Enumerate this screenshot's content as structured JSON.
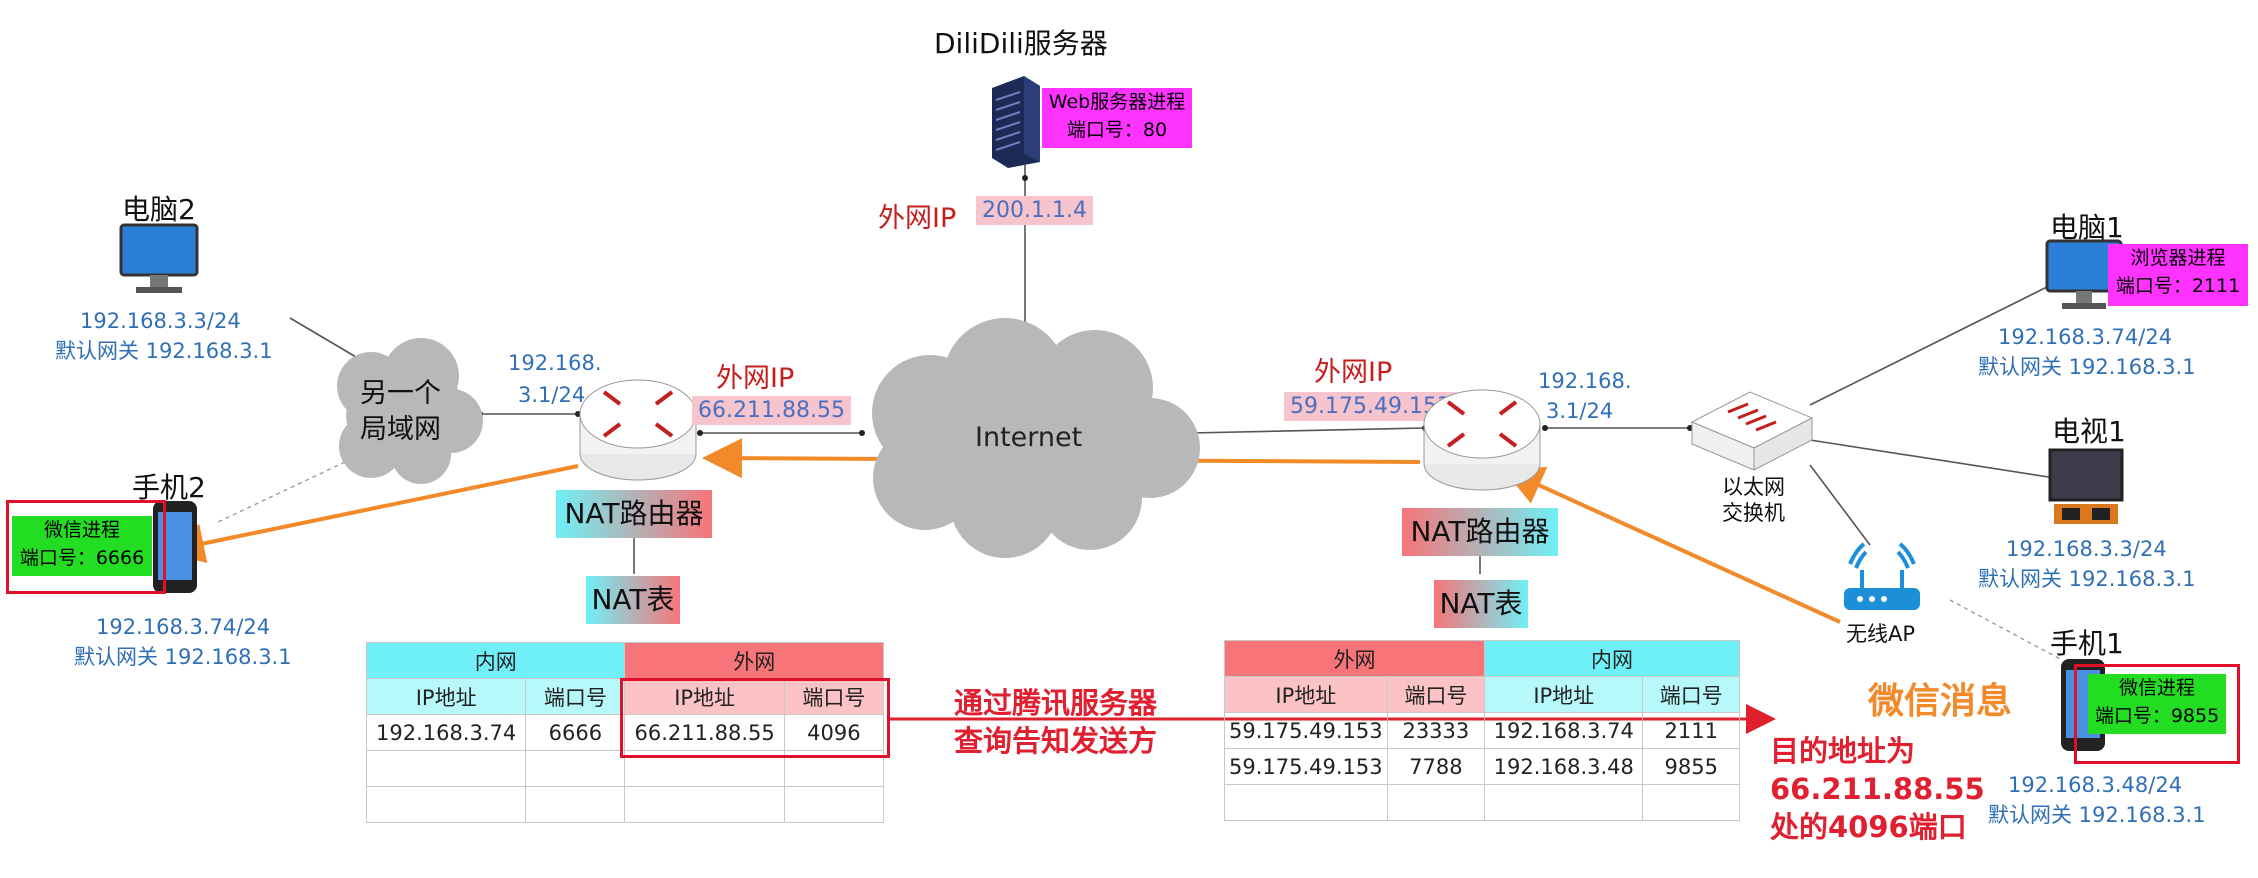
{
  "server": {
    "title": "DiliDili服务器",
    "process": "Web服务器进程",
    "port": "端口号：80",
    "wan_label": "外网IP",
    "wan_ip": "200.1.1.4"
  },
  "internet": {
    "label": "Internet"
  },
  "left": {
    "pc2": {
      "name": "电脑2",
      "ip": "192.168.3.3/24",
      "gw": "默认网关 192.168.3.1"
    },
    "other_lan": {
      "line1": "另一个",
      "line2": "局域网"
    },
    "phone2": {
      "name": "手机2",
      "process": "微信进程",
      "port": "端口号：6666",
      "ip": "192.168.3.74/24",
      "gw": "默认网关 192.168.3.1"
    },
    "router": {
      "lan_ip_1": "192.168.",
      "lan_ip_2": "3.1/24",
      "wan_label": "外网IP",
      "wan_ip": "66.211.88.55",
      "name": "NAT路由器",
      "table_label": "NAT表"
    },
    "table": {
      "group_inner": "内网",
      "group_outer": "外网",
      "headers": [
        "IP地址",
        "端口号",
        "IP地址",
        "端口号"
      ],
      "rows": [
        [
          "192.168.3.74",
          "6666",
          "66.211.88.55",
          "4096"
        ],
        [
          "",
          "",
          "",
          ""
        ],
        [
          "",
          "",
          "",
          ""
        ]
      ]
    }
  },
  "right": {
    "pc1": {
      "name": "电脑1",
      "process": "浏览器进程",
      "port": "端口号：2111",
      "ip": "192.168.3.74/24",
      "gw": "默认网关 192.168.3.1"
    },
    "tv": {
      "name": "电视1",
      "ip": "192.168.3.3/24",
      "gw": "默认网关 192.168.3.1"
    },
    "switch": {
      "line1": "以太网",
      "line2": "交换机"
    },
    "ap": {
      "name": "无线AP"
    },
    "phone1": {
      "name": "手机1",
      "process": "微信进程",
      "port": "端口号：9855",
      "ip": "192.168.3.48/24",
      "gw": "默认网关 192.168.3.1"
    },
    "router": {
      "lan_ip_1": "192.168.",
      "lan_ip_2": "3.1/24",
      "wan_label": "外网IP",
      "wan_ip": "59.175.49.153",
      "name": "NAT路由器",
      "table_label": "NAT表"
    },
    "table": {
      "group_outer": "外网",
      "group_inner": "内网",
      "headers": [
        "IP地址",
        "端口号",
        "IP地址",
        "端口号"
      ],
      "rows": [
        [
          "59.175.49.153",
          "23333",
          "192.168.3.74",
          "2111"
        ],
        [
          "59.175.49.153",
          "7788",
          "192.168.3.48",
          "9855"
        ],
        [
          "",
          "",
          "",
          ""
        ]
      ]
    }
  },
  "annotations": {
    "query_1": "通过腾讯服务器",
    "query_2": "查询告知发送方",
    "wechat_msg": "微信消息",
    "dest_1": "目的地址为",
    "dest_2": "66.211.88.55",
    "dest_3": "处的4096端口"
  },
  "colors": {
    "pink": "#ff33ff",
    "green": "#22dd22",
    "orange": "#f28a2a",
    "red_arrow": "#e0202a",
    "cyan": "#6ff0f6",
    "salmon": "#f77579"
  }
}
